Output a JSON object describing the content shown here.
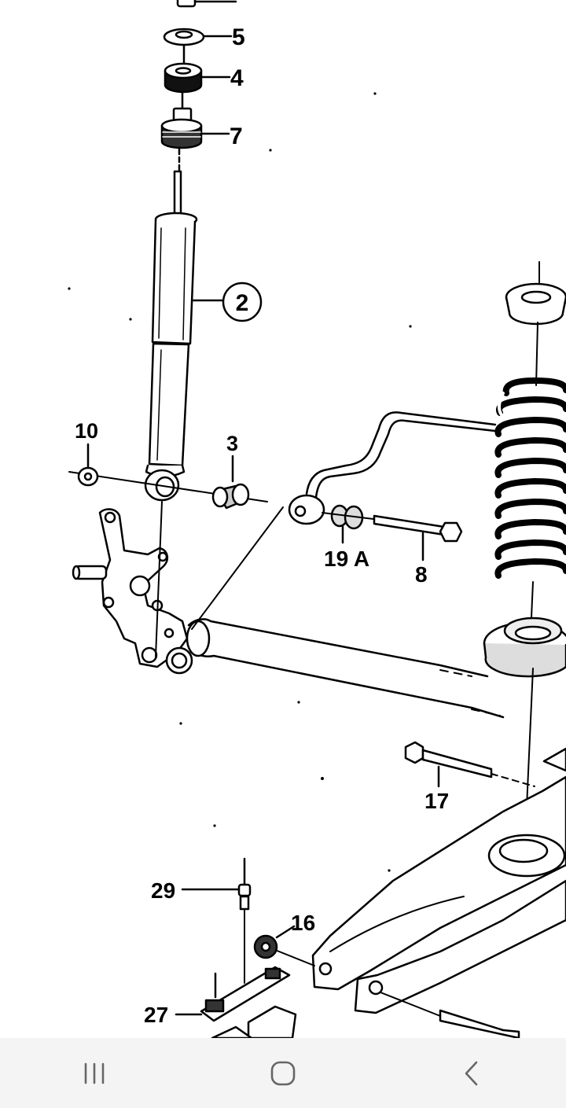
{
  "diagram": {
    "callouts": [
      "5",
      "4",
      "7",
      "2",
      "10",
      "3",
      "19 A",
      "8",
      "17",
      "29",
      "16",
      "27"
    ]
  },
  "navbar": {
    "icons": [
      "recent-apps-icon",
      "home-icon",
      "back-icon"
    ],
    "background": "#f4f4f4",
    "icon_color": "#666666"
  }
}
